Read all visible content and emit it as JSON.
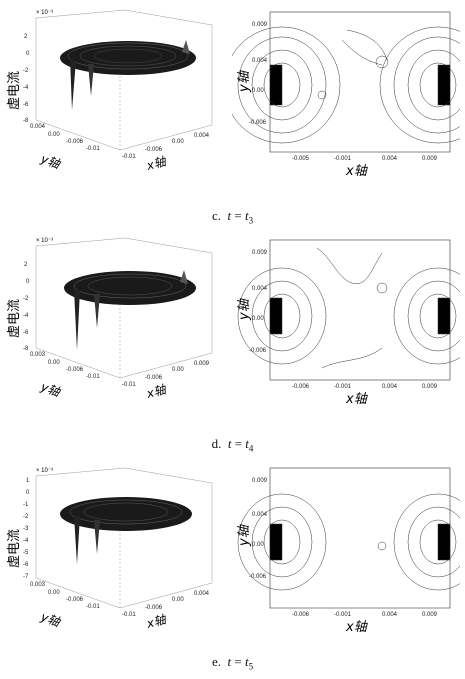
{
  "figure": {
    "rows": [
      {
        "caption": {
          "label": "c.",
          "t": "t",
          "eq": "=",
          "var": "t",
          "sub": "3"
        },
        "surface": {
          "exponent": "× 10⁻³",
          "zlabel": "虚电流",
          "xlabel": "x轴",
          "ylabel": "y轴",
          "zticks": [
            "2",
            "0",
            "-2",
            "-4",
            "-6",
            "-8"
          ],
          "xticks": [
            "-0.01",
            "-0.006",
            "0.00",
            "0.004"
          ],
          "yticks": [
            "0.004",
            "0.00",
            "-0.006",
            "-0.01"
          ]
        },
        "contour": {
          "xlabel": "x轴",
          "ylabel": "y轴",
          "yticks": [
            "0.009",
            "0.004",
            "0.00",
            "-0.006"
          ],
          "xticks": [
            "-0.005",
            "-0.001",
            "0.004",
            "0.009"
          ]
        }
      },
      {
        "caption": {
          "label": "d.",
          "t": "t",
          "eq": "=",
          "var": "t",
          "sub": "4"
        },
        "surface": {
          "exponent": "× 10⁻³",
          "zlabel": "虚电流",
          "xlabel": "x轴",
          "ylabel": "y轴",
          "zticks": [
            "2",
            "0",
            "-2",
            "-4",
            "-6",
            "-8"
          ],
          "xticks": [
            "-0.01",
            "-0.006",
            "0.00",
            "0.009"
          ],
          "yticks": [
            "0.003",
            "0.00",
            "-0.006",
            "-0.01"
          ]
        },
        "contour": {
          "xlabel": "x轴",
          "ylabel": "y轴",
          "yticks": [
            "0.009",
            "0.004",
            "0.00",
            "-0.006"
          ],
          "xticks": [
            "-0.006",
            "-0.001",
            "0.004",
            "0.009"
          ]
        }
      },
      {
        "caption": {
          "label": "e.",
          "t": "t",
          "eq": "=",
          "var": "t",
          "sub": "5"
        },
        "surface": {
          "exponent": "× 10⁻³",
          "zlabel": "虚电流",
          "xlabel": "x轴",
          "ylabel": "y轴",
          "zticks": [
            "1",
            "0",
            "-1",
            "-2",
            "-3",
            "-4",
            "-5",
            "-6",
            "-7"
          ],
          "xticks": [
            "-0.01",
            "-0.006",
            "0.00",
            "0.004"
          ],
          "yticks": [
            "0.003",
            "0.00",
            "-0.006",
            "-0.01"
          ]
        },
        "contour": {
          "xlabel": "x轴",
          "ylabel": "y轴",
          "yticks": [
            "0.009",
            "0.004",
            "0.00",
            "-0.006"
          ],
          "xticks": [
            "-0.006",
            "-0.001",
            "0.004",
            "0.009"
          ]
        }
      }
    ]
  }
}
